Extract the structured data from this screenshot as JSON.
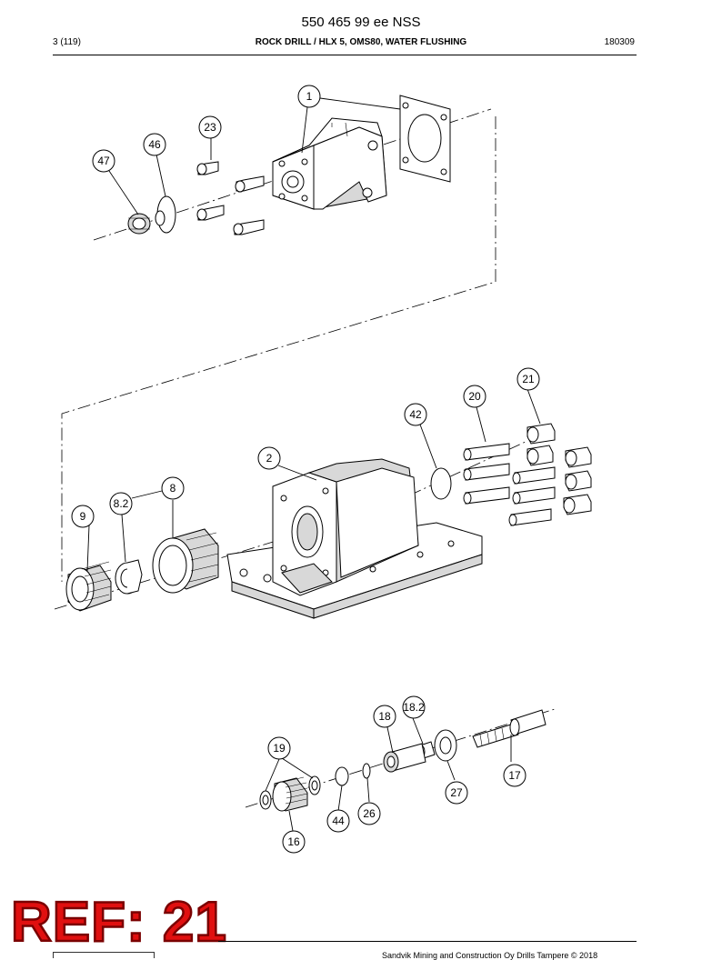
{
  "header": {
    "doc_number": "550 465 99 ee NSS",
    "page_ref": "3 (119)",
    "title": "ROCK DRILL / HLX 5, OMS80, WATER FLUSHING",
    "date_code": "180309"
  },
  "footer": {
    "copyright": "Sandvik Mining and Construction Oy Drills Tampere © 2018"
  },
  "stamp": {
    "text": "REF: 21",
    "color": "#e01010"
  },
  "callouts": [
    "1",
    "23",
    "46",
    "47",
    "21",
    "20",
    "42",
    "2",
    "8",
    "8.2",
    "9",
    "18.2",
    "18",
    "19",
    "17",
    "27",
    "26",
    "44",
    "16"
  ]
}
